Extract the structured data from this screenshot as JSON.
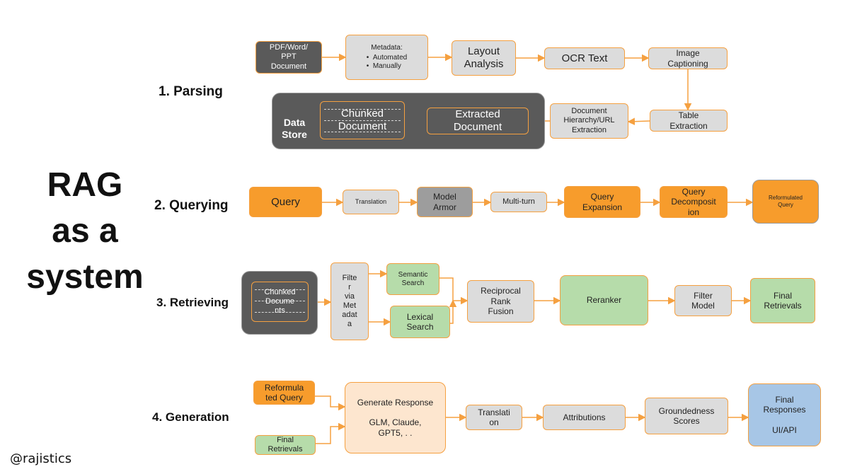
{
  "title": [
    "RAG",
    "as a",
    "system"
  ],
  "handle": "@rajistics",
  "sections": {
    "parsing": "1. Parsing",
    "querying": "2. Querying",
    "retrieving": "3. Retrieving",
    "generation": "4. Generation"
  },
  "parsing": {
    "pdf": "PDF/Word/\nPPT\nDocument",
    "metadata_title": "Metadata:",
    "metadata_items": [
      "Automated",
      "Manually"
    ],
    "layout": "Layout\nAnalysis",
    "ocr": "OCR Text",
    "image_captioning": "Image\nCaptioning",
    "table_extraction": "Table\nExtraction",
    "hierarchy": "Document\nHierarchy/URL\nExtraction",
    "extracted": "Extracted\nDocument",
    "chunked": "Chunked\nDocument",
    "data_store": "Data\nStore"
  },
  "querying": {
    "query": "Query",
    "translation": "Translation",
    "model_armor": "Model\nArmor",
    "multi_turn": "Multi-turn",
    "query_expansion": "Query\nExpansion",
    "query_decomposition": "Query\nDecomposit\nion",
    "reformulated": "Reformulated\nQuery"
  },
  "retrieving": {
    "chunked_docs": "Chunked\nDocume\nnts",
    "filter_metadata": "Filte\nr\nvia\nMet\nadat\na",
    "semantic": "Semantic\nSearch",
    "lexical": "Lexical\nSearch",
    "rrf": "Reciprocal\nRank\nFusion",
    "reranker": "Reranker",
    "filter_model": "Filter\nModel",
    "final": "Final\nRetrievals"
  },
  "generation": {
    "reformulated": "Reformula\nted Query",
    "final_retrievals": "Final\nRetrievals",
    "generate_title": "Generate Response",
    "generate_models": "GLM, Claude,\nGPT5,  . .",
    "translation": "Translati\non",
    "attributions": "Attributions",
    "groundedness": "Groundedness\nScores",
    "final_responses": "Final\nResponses\n\nUI/API"
  },
  "colors": {
    "orange": "#f79c2c",
    "border": "#f5a040",
    "gray": "#dcdcdc",
    "dark": "#5a5a5a",
    "green": "#b6dcaa",
    "peach": "#fde6cf",
    "blue": "#a7c6e6"
  }
}
